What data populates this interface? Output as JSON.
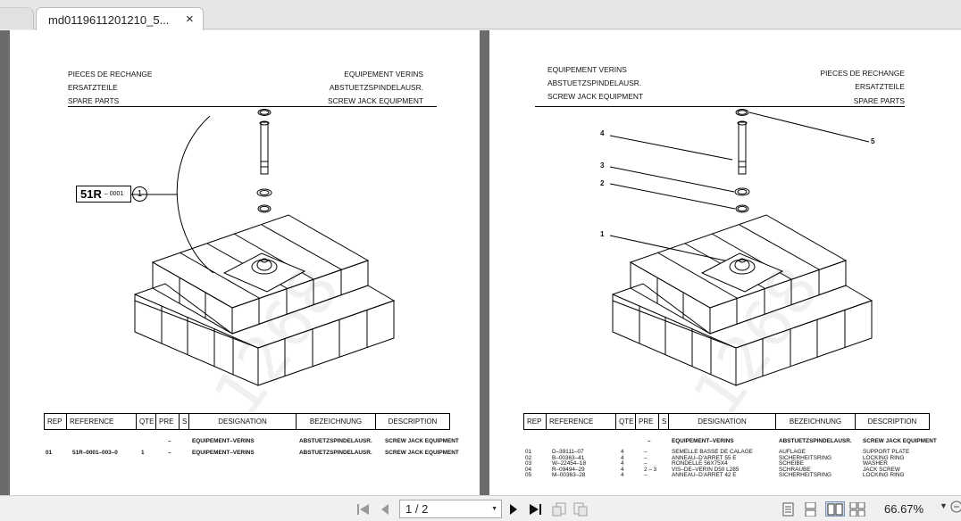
{
  "tab": {
    "title": "md0119611201210_5...",
    "close": "×"
  },
  "page1": {
    "header_left": [
      "PIECES DE RECHANGE",
      "ERSATZTEILE",
      "SPARE PARTS"
    ],
    "header_right": [
      "EQUIPEMENT VERINS",
      "ABSTUETZSPINDELAUSR.",
      "SCREW JACK EQUIPMENT"
    ],
    "ref_label_big": "51R",
    "ref_label_small": "– 0001",
    "ref_circle": "1",
    "columns": [
      "REP",
      "REFERENCE",
      "QTE",
      "PRE",
      "S",
      "DESIGNATION",
      "BEZEICHNUNG",
      "DESCRIPTION"
    ],
    "row0": {
      "pre": "–",
      "designation": "EQUIPEMENT–VERINS",
      "bezeichnung": "ABSTUETZSPINDELAUSR.",
      "description": "SCREW JACK EQUIPMENT"
    },
    "row1": {
      "rep": "01",
      "reference": "51R–0001–003–0",
      "qte": "1",
      "pre": "–",
      "designation": "EQUIPEMENT–VERINS",
      "bezeichnung": "ABSTUETZSPINDELAUSR.",
      "description": "SCREW JACK EQUIPMENT"
    }
  },
  "page2": {
    "header_left": [
      "EQUIPEMENT VERINS",
      "ABSTUETZSPINDELAUSR.",
      "SCREW JACK EQUIPMENT"
    ],
    "header_right": [
      "PIECES DE RECHANGE",
      "ERSATZTEILE",
      "SPARE PARTS"
    ],
    "callouts": [
      "4",
      "3",
      "2",
      "1",
      "5"
    ],
    "columns": [
      "REP",
      "REFERENCE",
      "QTE",
      "PRE",
      "S",
      "DESIGNATION",
      "BEZEICHNUNG",
      "DESCRIPTION"
    ],
    "title_row": {
      "pre": "–",
      "designation": "EQUIPEMENT–VERINS",
      "bezeichnung": "ABSTUETZSPINDELAUSR.",
      "description": "SCREW JACK EQUIPMENT"
    },
    "rows": [
      {
        "rep": "01",
        "reference": "D–39111–07",
        "qte": "4",
        "pre": "–",
        "designation": "SEMELLE BASSE DE CALAGE",
        "bezeichnung": "AUFLAGE",
        "description": "SUPPORT PLATE"
      },
      {
        "rep": "02",
        "reference": "B–00363–41",
        "qte": "4",
        "pre": "–",
        "designation": "ANNEAU–D'ARRET 55 E",
        "bezeichnung": "SICHERHEITSRING",
        "description": "LOCKING RING"
      },
      {
        "rep": "03",
        "reference": "W–22454–18",
        "qte": "4",
        "pre": "–",
        "designation": "RONDELLE 56X75X4",
        "bezeichnung": "SCHEIBE",
        "description": "WASHER"
      },
      {
        "rep": "04",
        "reference": "R–09494–29",
        "qte": "4",
        "pre": "2 – 3",
        "designation": "VIS–DE–VERIN D50 L285",
        "bezeichnung": "SCHRAUBE",
        "description": "JACK SCREW"
      },
      {
        "rep": "05",
        "reference": "M–00363–28",
        "qte": "4",
        "pre": "–",
        "designation": "ANNEAU–D'ARRET 42 E",
        "bezeichnung": "SICHERHEITSRING",
        "description": "LOCKING RING"
      }
    ]
  },
  "toolbar": {
    "page_indicator": "1 / 2",
    "zoom": "66.67%"
  }
}
